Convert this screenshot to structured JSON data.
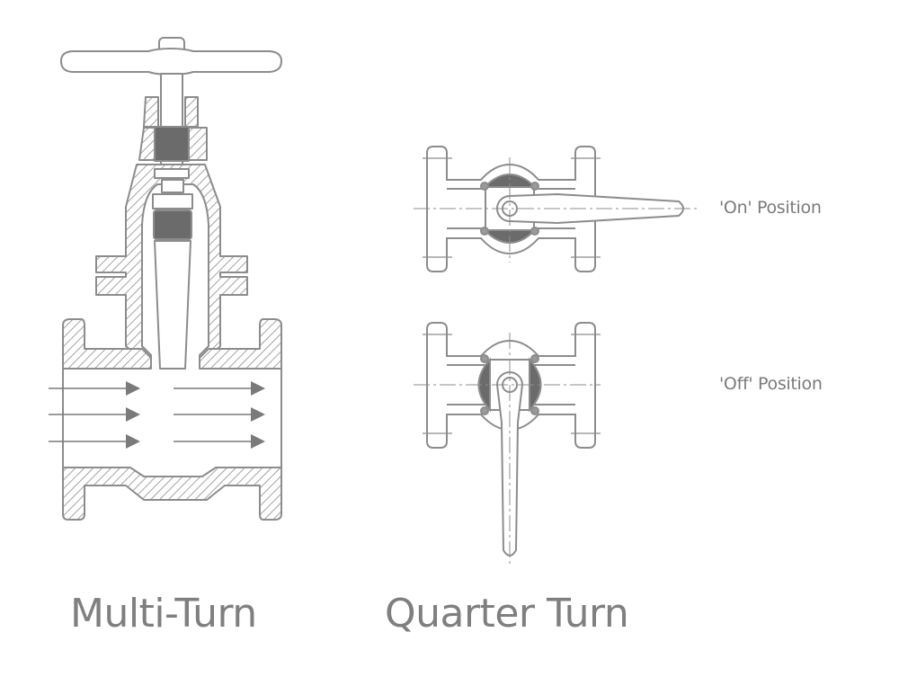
{
  "diagram": {
    "multi_turn": {
      "caption": "Multi-Turn"
    },
    "quarter_turn": {
      "caption": "Quarter Turn",
      "on_label": "'On' Position",
      "off_label": "'Off' Position"
    }
  },
  "colors": {
    "line": "#8c8c8c",
    "fill_dark": "#6b6b6b",
    "text": "#7a7a7a"
  }
}
